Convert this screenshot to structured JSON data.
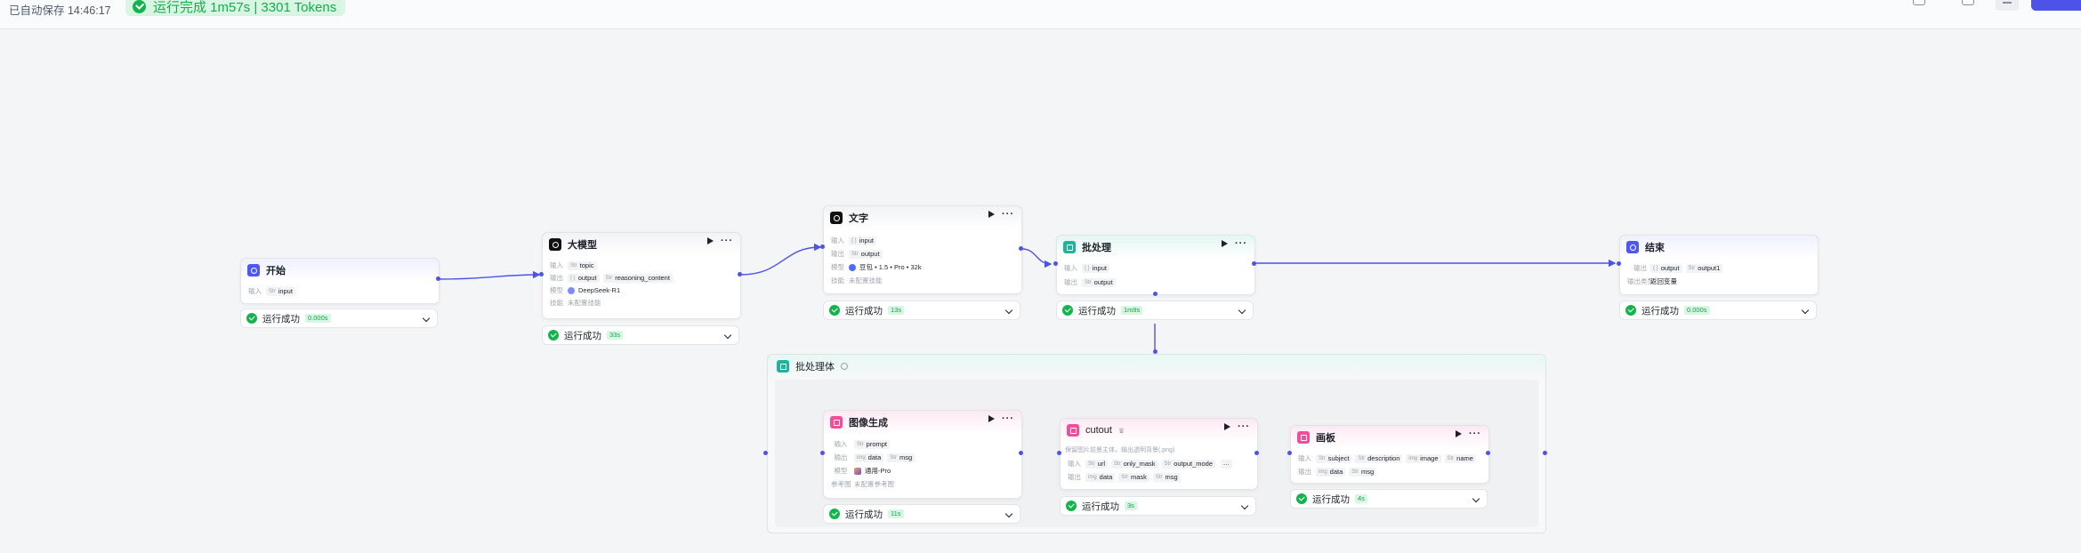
{
  "topbar": {
    "autosave": "已自动保存 14:46:17",
    "run_status": "运行完成 1m57s | 3301 Tokens"
  },
  "colors": {
    "accent": "#4d53e8",
    "success": "#12b44d",
    "success_bg": "#d9f5e3"
  },
  "nodes": {
    "start": {
      "title": "开始",
      "icon": "start-node-icon",
      "rows": [
        {
          "label": "输入",
          "tags": [
            {
              "type": "Str",
              "name": "input"
            }
          ]
        }
      ],
      "status": "运行成功",
      "duration": "0.000s"
    },
    "llm": {
      "title": "大模型",
      "icon": "llm-node-icon",
      "rows": [
        {
          "label": "输入",
          "tags": [
            {
              "type": "Str",
              "name": "topic"
            }
          ]
        },
        {
          "label": "输出",
          "tags": [
            {
              "type": "{ }",
              "name": "output"
            },
            {
              "type": "Str",
              "name": "reasoning_content"
            }
          ]
        }
      ],
      "model_label": "模型",
      "model": "DeepSeek-R1",
      "skill_label": "技能",
      "skill": "未配置技能",
      "status": "运行成功",
      "duration": "33s"
    },
    "text": {
      "title": "文字",
      "icon": "text-node-icon",
      "rows": [
        {
          "label": "输入",
          "tags": [
            {
              "type": "{ }",
              "name": "input"
            }
          ]
        },
        {
          "label": "输出",
          "tags": [
            {
              "type": "Str",
              "name": "output"
            }
          ]
        }
      ],
      "model_label": "模型",
      "model": "豆包 • 1.5 • Pro • 32k",
      "skill_label": "技能",
      "skill": "未配置技能",
      "status": "运行成功",
      "duration": "13s"
    },
    "batch": {
      "title": "批处理",
      "icon": "batch-node-icon",
      "rows": [
        {
          "label": "输入",
          "tags": [
            {
              "type": "{ }",
              "name": "input"
            }
          ]
        },
        {
          "label": "输出",
          "tags": [
            {
              "type": "Str",
              "name": "output"
            }
          ]
        }
      ],
      "status": "运行成功",
      "duration": "1m9s"
    },
    "end": {
      "title": "结束",
      "icon": "end-node-icon",
      "rows": [
        {
          "label": "输出",
          "tags": [
            {
              "type": "{ }",
              "name": "output"
            },
            {
              "type": "Str",
              "name": "output1"
            }
          ]
        }
      ],
      "output_type_label": "输出类型",
      "output_type": "返回变量",
      "status": "运行成功",
      "duration": "0.000s"
    },
    "batch_body": {
      "title": "批处理体"
    },
    "image_gen": {
      "title": "图像生成",
      "icon": "image-gen-node-icon",
      "rows": [
        {
          "label": "输入",
          "tags": [
            {
              "type": "Str",
              "name": "prompt"
            }
          ]
        },
        {
          "label": "输出",
          "tags": [
            {
              "type": "img",
              "name": "data"
            },
            {
              "type": "Str",
              "name": "msg"
            }
          ]
        }
      ],
      "model_label": "模型",
      "model": "通用-Pro",
      "ref_label": "参考图",
      "ref": "未配置参考图",
      "status": "运行成功",
      "duration": "11s"
    },
    "cutout": {
      "title": "cutout",
      "icon": "cutout-node-icon",
      "desc": "保留图片前景主体，输出透明背景(.png)",
      "rows": [
        {
          "label": "输入",
          "tags": [
            {
              "type": "Str",
              "name": "url"
            },
            {
              "type": "Str",
              "name": "only_mask"
            },
            {
              "type": "Str",
              "name": "output_mode"
            }
          ]
        },
        {
          "label": "输出",
          "tags": [
            {
              "type": "img",
              "name": "data"
            },
            {
              "type": "Str",
              "name": "mask"
            },
            {
              "type": "Str",
              "name": "msg"
            }
          ]
        }
      ],
      "more": "...",
      "status": "运行成功",
      "duration": "3s"
    },
    "canvas": {
      "title": "画板",
      "icon": "canvas-node-icon",
      "rows": [
        {
          "label": "输入",
          "tags": [
            {
              "type": "Str",
              "name": "subject"
            },
            {
              "type": "Str",
              "name": "description"
            },
            {
              "type": "img",
              "name": "image"
            },
            {
              "type": "Str",
              "name": "name"
            }
          ]
        },
        {
          "label": "输出",
          "tags": [
            {
              "type": "img",
              "name": "data"
            },
            {
              "type": "Str",
              "name": "msg"
            }
          ]
        }
      ],
      "status": "运行成功",
      "duration": "4s"
    }
  }
}
